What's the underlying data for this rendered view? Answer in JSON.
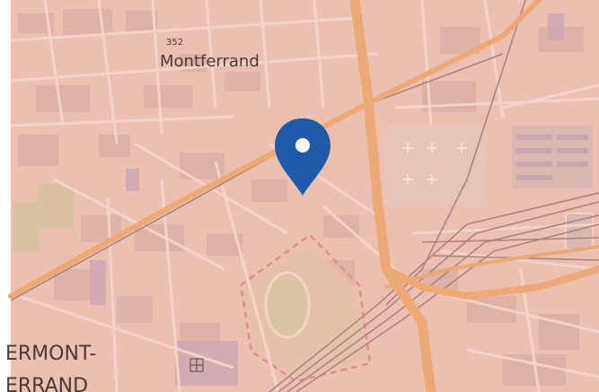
{
  "map": {
    "labels": {
      "district": "Montferrand",
      "elevation": "352",
      "city_line1": "ERMONT-",
      "city_line2": "ERRAND"
    },
    "marker": {
      "icon": "location-pin-icon",
      "color": "#1d5aa8"
    },
    "colors": {
      "base": "#ecc3b3",
      "overlay": "#f0b9ab",
      "road_major": "#eba76b",
      "road_minor": "#f6d8cc",
      "building": "#dbb1a4",
      "green": "#d6c4a0",
      "rail": "#9c7b74",
      "cemetery": "#dcbfb2",
      "boundary": "#d98a82"
    }
  }
}
